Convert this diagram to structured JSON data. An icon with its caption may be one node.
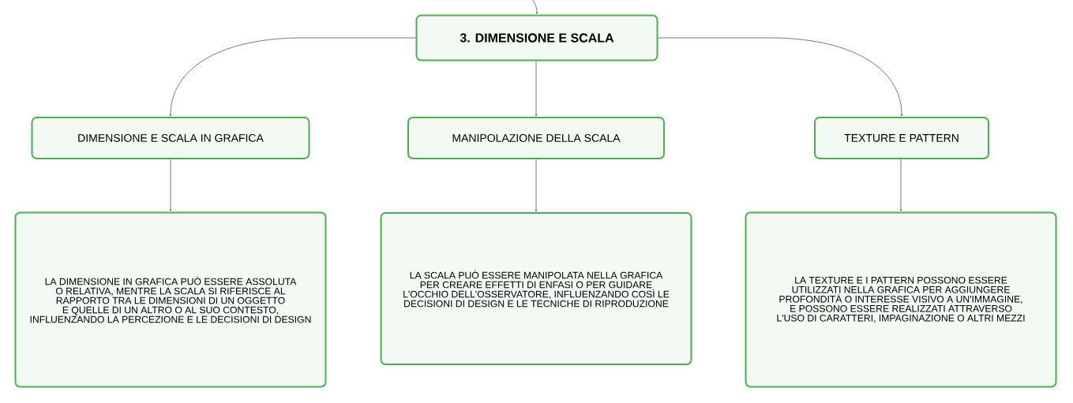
{
  "diagram": {
    "nodes": [
      {
        "text": [
          "3. DIMENSIONE E SCALA"
        ]
      },
      {
        "text": [
          "DIMENSIONE E SCALA IN GRAFICA"
        ]
      },
      {
        "text": [
          "MANIPOLAZIONE DELLA SCALA"
        ]
      },
      {
        "text": [
          "TEXTURE E PATTERN"
        ]
      },
      {
        "text": [
          "LA DIMENSIONE IN GRAFICA PUÒ ESSERE ASSOLUTA O RELATIVA, MENTRE LA SCALA SI RIFERISCE AL RAPPORTO TRA LE DIMENSIONI DI UN OGGETTO E QUELLE DI UN ALTRO O AL SUO CONTESTO, INFLUENZANDO LA PERCEZIONE E LE DECISIONI DI DESIGN"
        ]
      },
      {
        "text": [
          "LA SCALA PUÒ ESSERE MANIPOLATA NELLA GRAFICA PER CREARE EFFETTI DI ENFASI O PER GUIDARE L'OCCHIO DELL'OSSERVATORE, INFLUENZANDO COSÌ LE DECISIONI DI DESIGN E LE TECNICHE DI RIPRODUZIONE"
        ]
      },
      {
        "text": [
          "LA TEXTURE E I PATTERN POSSONO ESSERE UTILIZZATI NELLA GRAFICA PER AGGIUNGERE PROFONDITÀ O INTERESSE VISIVO A UN'IMMAGINE, E POSSONO ESSERE REALIZZATI ATTRAVERSO L'USO DI CARATTERI, IMPAGINAZIONE O ALTRI MEZZI"
        ]
      }
    ],
    "edges": [
      {
        "from": null,
        "to": 0,
        "arrow": "to"
      },
      {
        "from": 0,
        "to": 1,
        "arrow": "to"
      },
      {
        "from": 0,
        "to": 2,
        "arrow": "to"
      },
      {
        "from": 0,
        "to": 3,
        "arrow": "to"
      },
      {
        "from": 1,
        "to": 4,
        "arrow": "to"
      },
      {
        "from": 2,
        "to": 5,
        "arrow": "to"
      },
      {
        "from": 3,
        "to": 6,
        "arrow": "to"
      }
    ]
  }
}
